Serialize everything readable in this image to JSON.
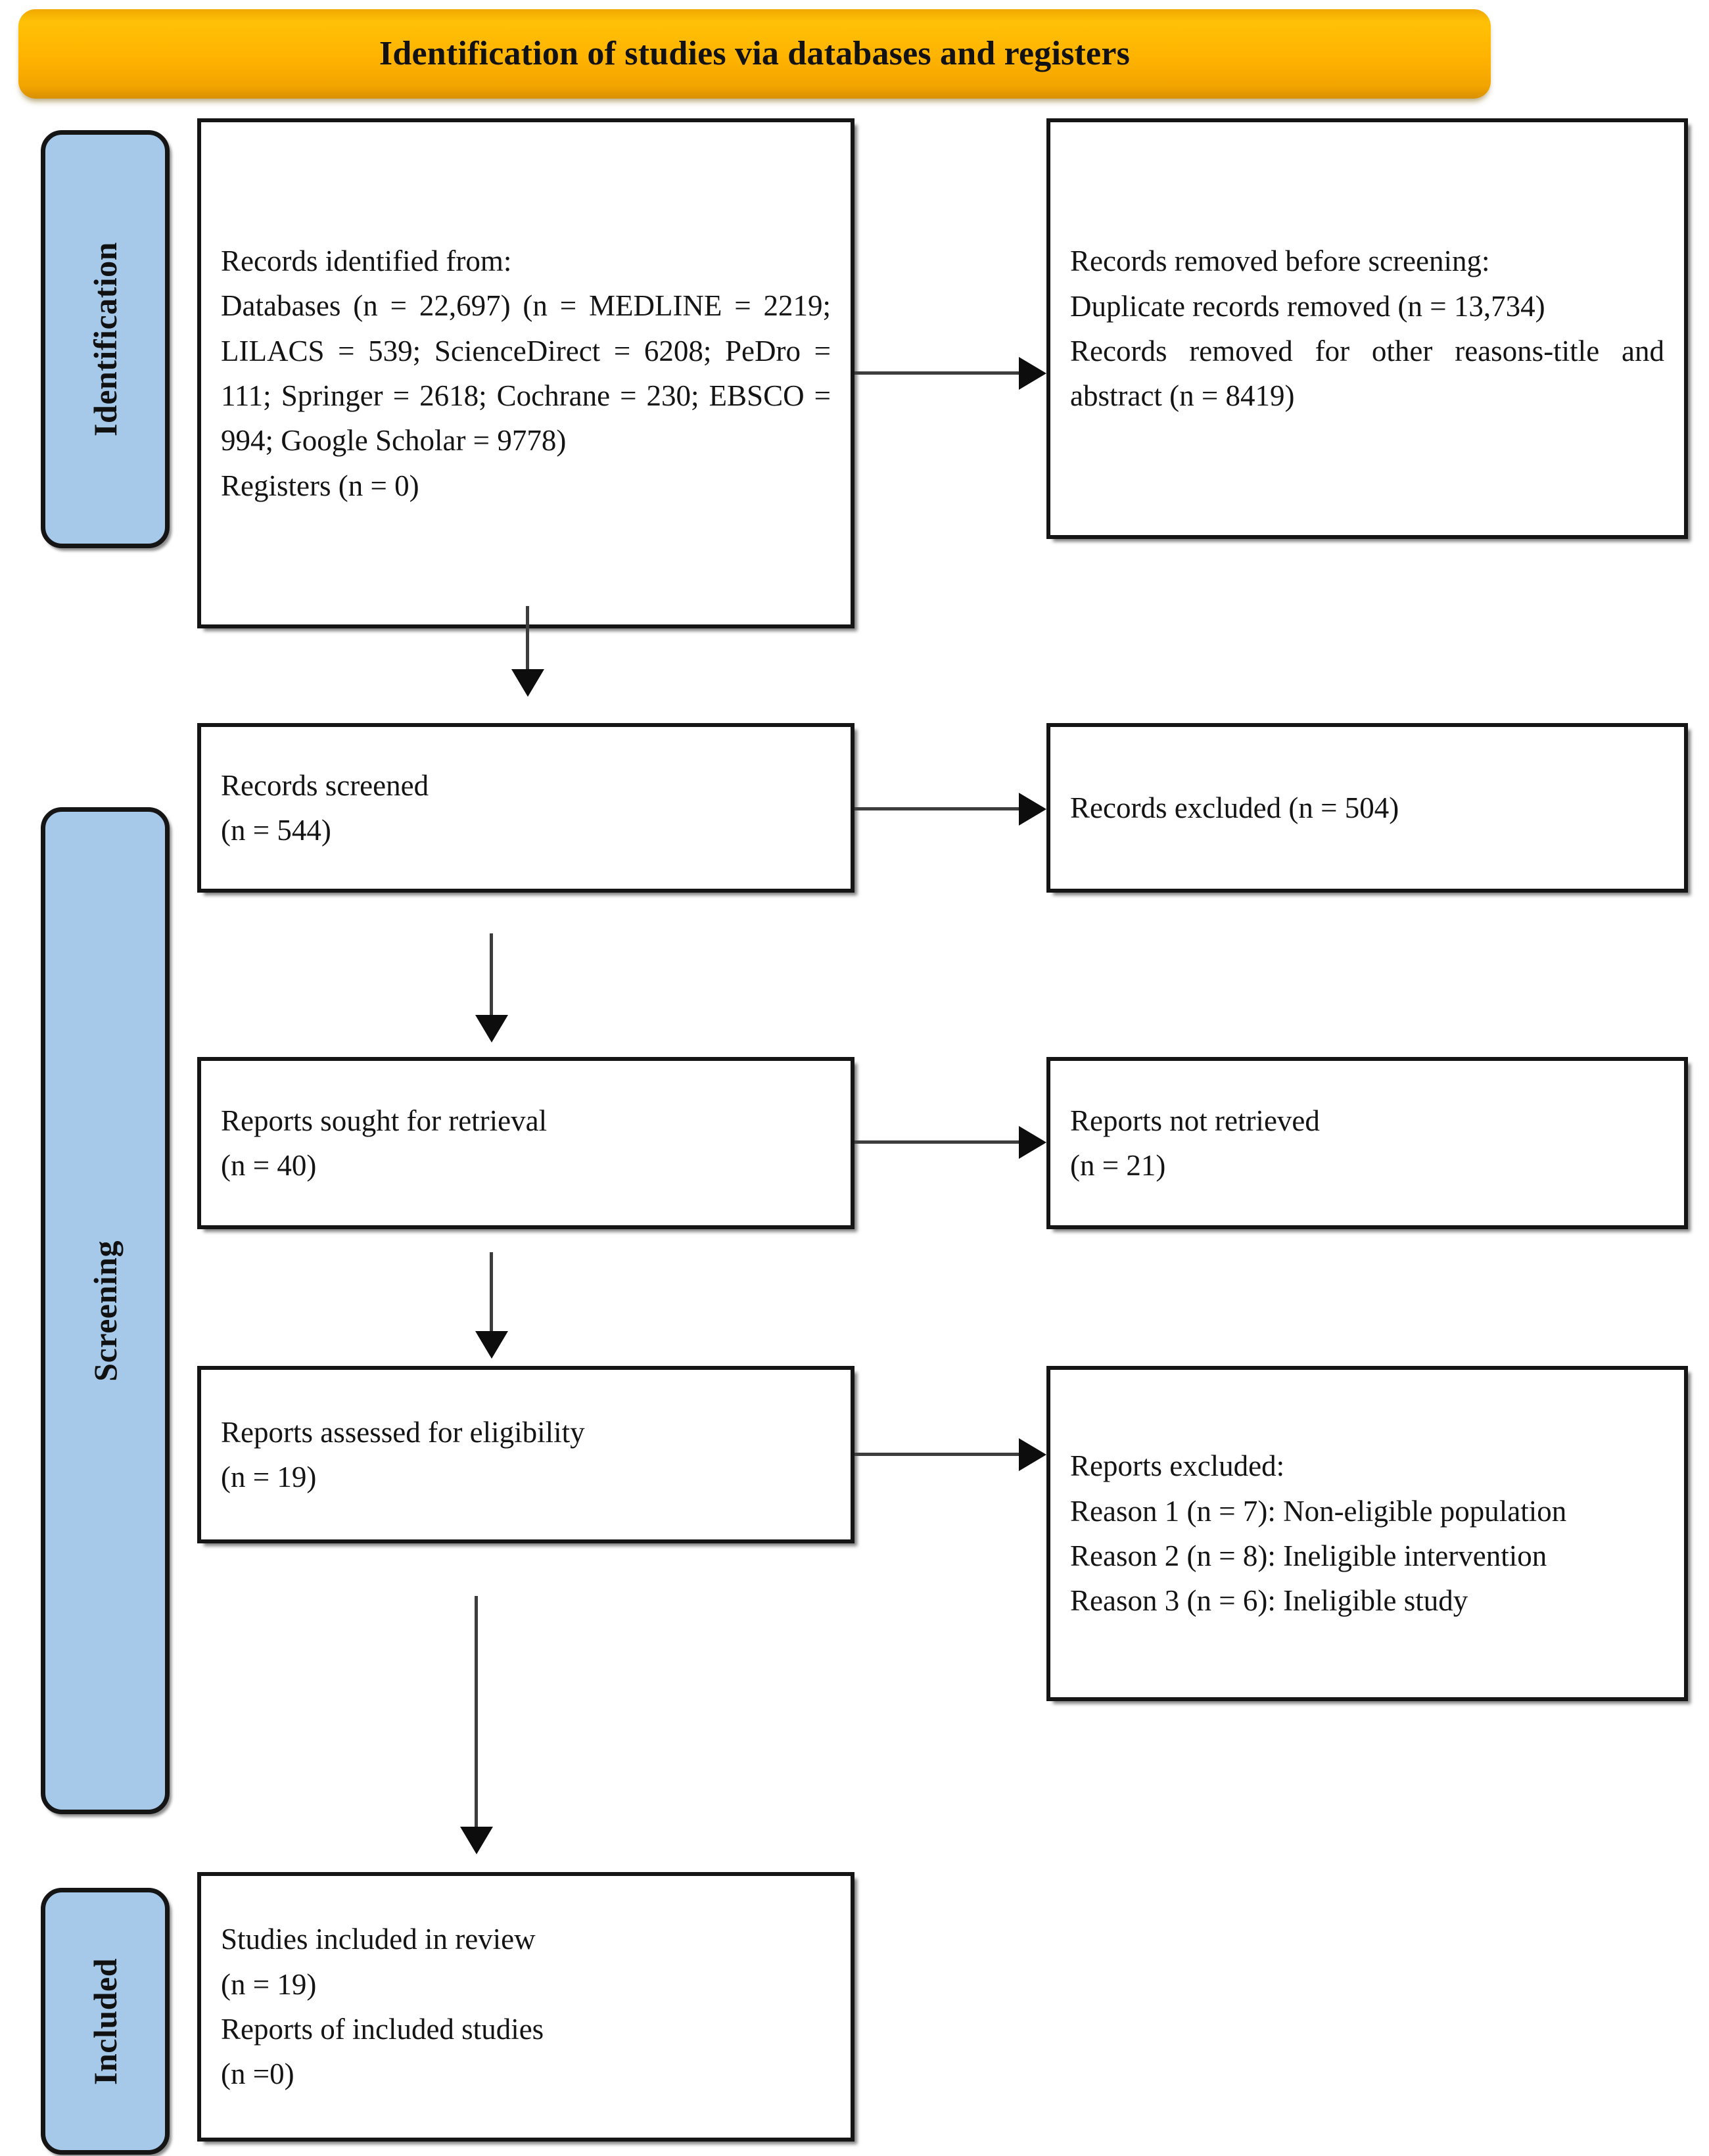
{
  "banner": {
    "title": "Identification of studies via databases and registers",
    "color": "#FFB300"
  },
  "stages": [
    {
      "id": "identification",
      "label": "Identification",
      "color": "#A6C9EA"
    },
    {
      "id": "screening",
      "label": "Screening",
      "color": "#A6C9EA"
    },
    {
      "id": "included",
      "label": "Included",
      "color": "#A6C9EA"
    }
  ],
  "boxes": {
    "identified": {
      "lines": [
        "Records identified from:",
        "Databases (n = 22,697) (n = MEDLINE = 2219; LILACS = 539; ScienceDirect = 6208; PeDro = 111; Springer = 2618; Cochrane = 230; EBSCO = 994; Google Scholar = 9778)",
        "Registers (n = 0)"
      ],
      "line1": "Records identified from:",
      "line2": "Databases (n = 22,697) (n = MEDLINE = 2219; LILACS = 539; ScienceDirect = 6208; PeDro = 111; Springer = 2618; Cochrane = 230; EBSCO = 994; Google Scholar = 9778)",
      "line3": "Registers (n = 0)"
    },
    "removed": {
      "line1": "Records removed before screening:",
      "line2": "Duplicate records removed (n = 13,734)",
      "line3": "Records removed for other reasons-title and abstract (n = 8419)"
    },
    "screened": {
      "line1": "Records screened",
      "line2": "(n = 544)"
    },
    "excluded_records": {
      "line1": "Records excluded (n = 504)"
    },
    "sought": {
      "line1": "Reports sought for retrieval",
      "line2": "(n = 40)"
    },
    "not_retrieved": {
      "line1": "Reports not retrieved",
      "line2": "(n = 21)"
    },
    "assessed": {
      "line1": "Reports assessed for eligibility",
      "line2": "(n = 19)"
    },
    "excluded_reports": {
      "line1": "Reports excluded:",
      "line2": "Reason 1 (n = 7): Non-eligible population",
      "line3": "Reason 2 (n = 8): Ineligible intervention",
      "line4": "Reason 3 (n = 6): Ineligible study"
    },
    "included": {
      "line1": "Studies included in review",
      "line2": "(n = 19)",
      "line3": "Reports of included studies",
      "line4": "(n =0)"
    }
  },
  "chart_data": {
    "type": "diagram",
    "title": "PRISMA flow diagram",
    "nodes": [
      {
        "id": "identified",
        "stage": "Identification",
        "label": "Records identified from: Databases (n = 22,697); Registers (n = 0)",
        "n": 22697
      },
      {
        "id": "removed",
        "stage": "Identification",
        "label": "Records removed before screening",
        "duplicates": 13734,
        "other_reasons": 8419
      },
      {
        "id": "screened",
        "stage": "Screening",
        "label": "Records screened",
        "n": 544
      },
      {
        "id": "excluded_records",
        "stage": "Screening",
        "label": "Records excluded",
        "n": 504
      },
      {
        "id": "sought",
        "stage": "Screening",
        "label": "Reports sought for retrieval",
        "n": 40
      },
      {
        "id": "not_retrieved",
        "stage": "Screening",
        "label": "Reports not retrieved",
        "n": 21
      },
      {
        "id": "assessed",
        "stage": "Screening",
        "label": "Reports assessed for eligibility",
        "n": 19
      },
      {
        "id": "excluded_reports",
        "stage": "Screening",
        "label": "Reports excluded",
        "reasons": [
          {
            "name": "Reason 1: Non-eligible population",
            "n": 7
          },
          {
            "name": "Reason 2: Ineligible intervention",
            "n": 8
          },
          {
            "name": "Reason 3: Ineligible study",
            "n": 6
          }
        ]
      },
      {
        "id": "included",
        "stage": "Included",
        "label": "Studies included in review",
        "n": 19,
        "reports_of_included_studies": 0
      }
    ],
    "databases": [
      {
        "name": "MEDLINE",
        "n": 2219
      },
      {
        "name": "LILACS",
        "n": 539
      },
      {
        "name": "ScienceDirect",
        "n": 6208
      },
      {
        "name": "PeDro",
        "n": 111
      },
      {
        "name": "Springer",
        "n": 2618
      },
      {
        "name": "Cochrane",
        "n": 230
      },
      {
        "name": "EBSCO",
        "n": 994
      },
      {
        "name": "Google Scholar",
        "n": 9778
      }
    ],
    "edges": [
      {
        "from": "identified",
        "to": "removed",
        "direction": "right"
      },
      {
        "from": "identified",
        "to": "screened",
        "direction": "down"
      },
      {
        "from": "screened",
        "to": "excluded_records",
        "direction": "right"
      },
      {
        "from": "screened",
        "to": "sought",
        "direction": "down"
      },
      {
        "from": "sought",
        "to": "not_retrieved",
        "direction": "right"
      },
      {
        "from": "sought",
        "to": "assessed",
        "direction": "down"
      },
      {
        "from": "assessed",
        "to": "excluded_reports",
        "direction": "right"
      },
      {
        "from": "assessed",
        "to": "included",
        "direction": "down"
      }
    ]
  }
}
